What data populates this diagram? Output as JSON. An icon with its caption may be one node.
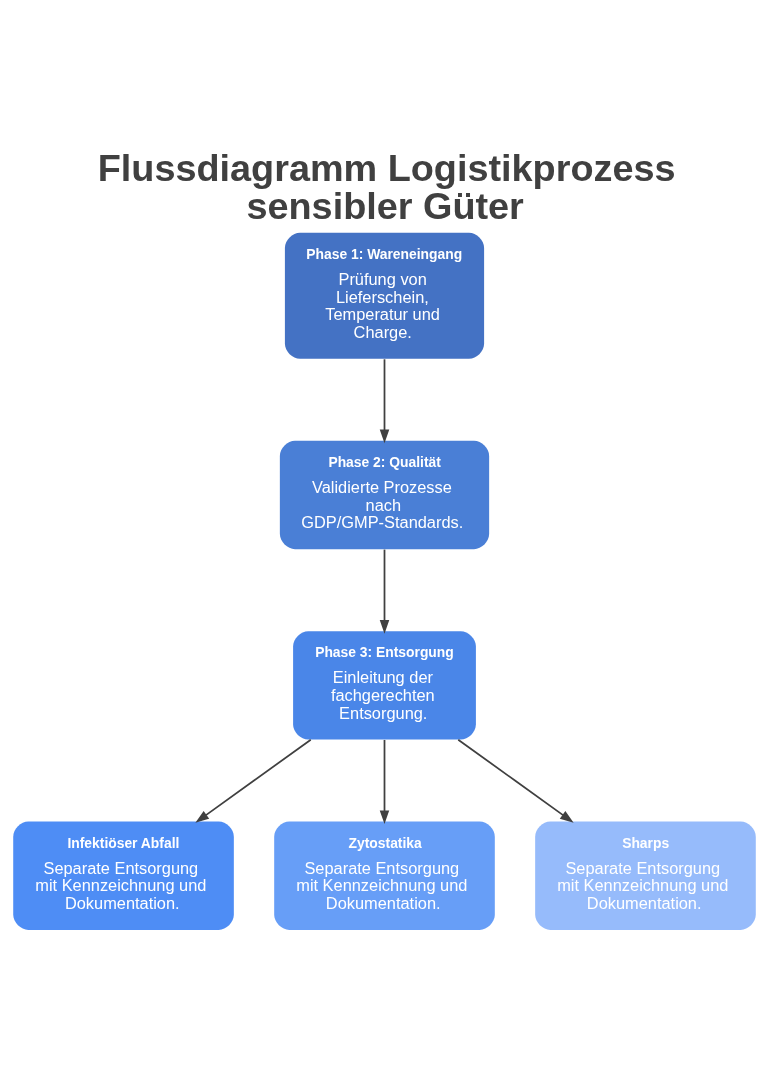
{
  "diagram": {
    "title": "Flussdiagramm Logistikprozess sensibler Güter",
    "nodes": [
      {
        "text": [
          "Phase 1: Wareneingang",
          "Prüfung von Lieferschein, Temperatur und Charge."
        ]
      },
      {
        "text": [
          "Phase 2: Qualität",
          "Validierte Prozesse nach GDP/GMP-Standards."
        ]
      },
      {
        "text": [
          "Phase 3: Entsorgung",
          "Einleitung der fachgerechten Entsorgung."
        ]
      },
      {
        "text": [
          "Infektiöser Abfall",
          "Separate Entsorgung mit Kennzeichnung und Dokumentation."
        ]
      },
      {
        "text": [
          "Zytostatika",
          "Separate Entsorgung mit Kennzeichnung und Dokumentation."
        ]
      },
      {
        "text": [
          "Sharps",
          "Separate Entsorgung mit Kennzeichnung und Dokumentation."
        ]
      }
    ],
    "edges": [
      {
        "from": 0,
        "to": 1,
        "arrow": "to"
      },
      {
        "from": 1,
        "to": 2,
        "arrow": "to"
      },
      {
        "from": 2,
        "to": 3,
        "arrow": "to"
      },
      {
        "from": 2,
        "to": 4,
        "arrow": "to"
      },
      {
        "from": 2,
        "to": 5,
        "arrow": "to"
      }
    ]
  }
}
